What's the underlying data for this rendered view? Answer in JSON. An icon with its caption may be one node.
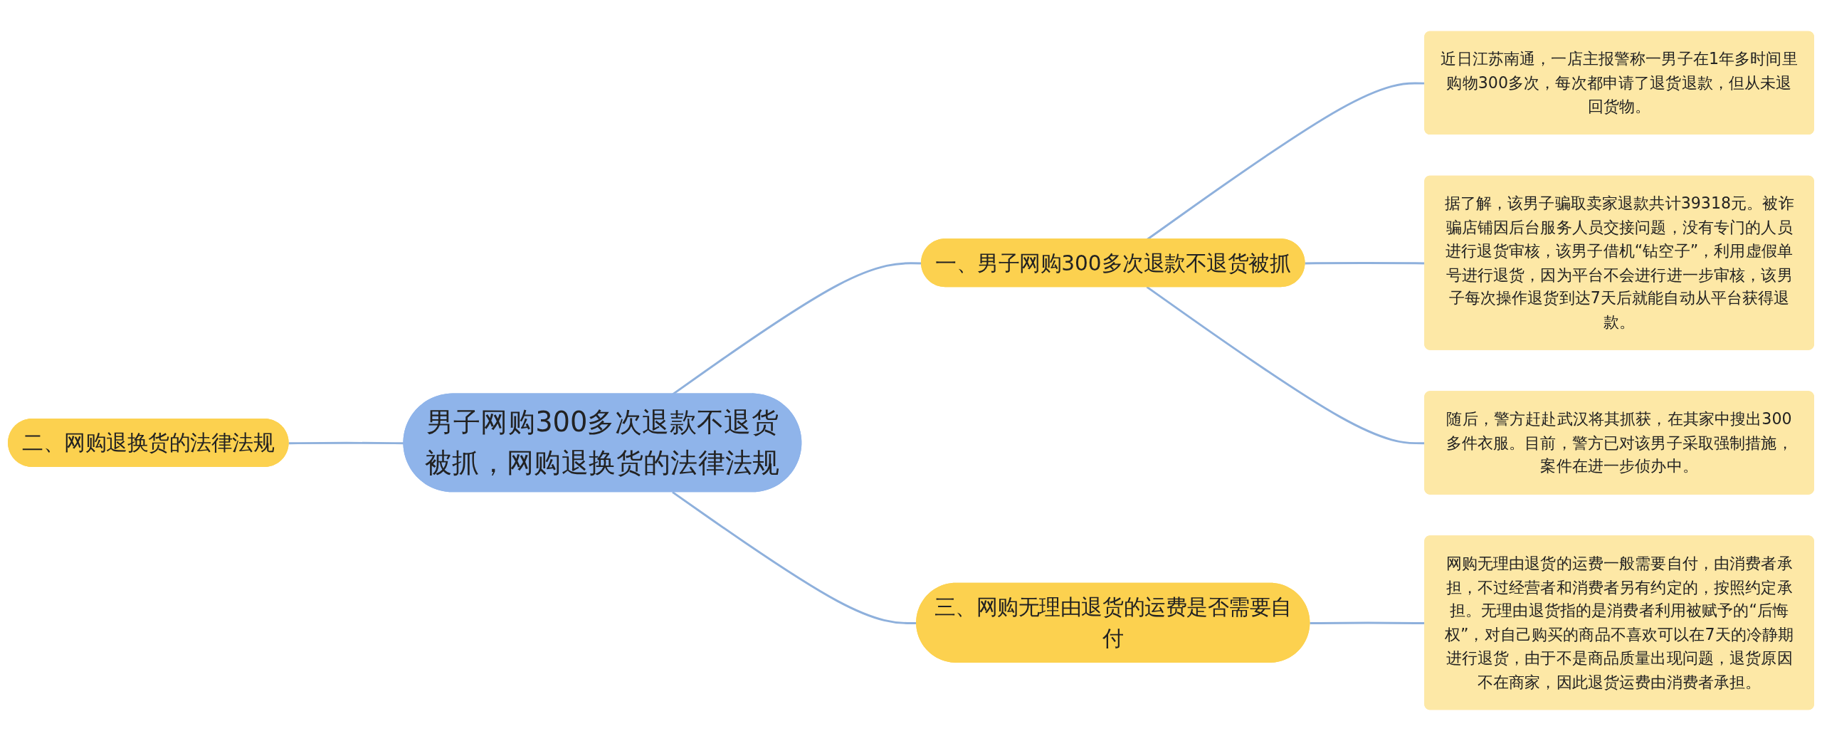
{
  "diagram": {
    "nodes": [
      {
        "text": [
          "男子网购300多次退款不退货被抓，网购退换货的法律法规"
        ]
      },
      {
        "text": [
          "一、男子网购300多次退款不退货被抓"
        ]
      },
      {
        "text": [
          "近日江苏南通，一店主报警称一男子在1年多时间里购物300多次，每次都申请了退货退款，但从未退回货物。"
        ]
      },
      {
        "text": [
          "据了解，该男子骗取卖家退款共计39318元。被诈骗店铺因后台服务人员交接问题，没有专门的人员进行退货审核，该男子借机“钻空子”，利用虚假单号进行退货，因为平台不会进行进一步审核，该男子每次操作退货到达7天后就能自动从平台获得退款。"
        ]
      },
      {
        "text": [
          "随后，警方赶赴武汉将其抓获，在其家中搜出300多件衣服。目前，警方已对该男子采取强制措施，案件在进一步侦办中。"
        ]
      },
      {
        "text": [
          "二、网购退换货的法律法规"
        ]
      },
      {
        "text": [
          "三、网购无理由退货的运费是否需要自付"
        ]
      },
      {
        "text": [
          "网购无理由退货的运费一般需要自付，由消费者承担，不过经营者和消费者另有约定的，按照约定承担。无理由退货指的是消费者利用被赋予的“后悔权”，对自己购买的商品不喜欢可以在7天的冷静期进行退货，由于不是商品质量出现问题，退货原因不在商家，因此退货运费由消费者承担。"
        ]
      }
    ],
    "edges": [
      {
        "from": 0,
        "to": 1,
        "arrow": "none"
      },
      {
        "from": 1,
        "to": 2,
        "arrow": "none"
      },
      {
        "from": 1,
        "to": 3,
        "arrow": "none"
      },
      {
        "from": 1,
        "to": 4,
        "arrow": "none"
      },
      {
        "from": 5,
        "to": 0,
        "arrow": "none"
      },
      {
        "from": 0,
        "to": 6,
        "arrow": "none"
      },
      {
        "from": 6,
        "to": 7,
        "arrow": "none"
      }
    ]
  }
}
